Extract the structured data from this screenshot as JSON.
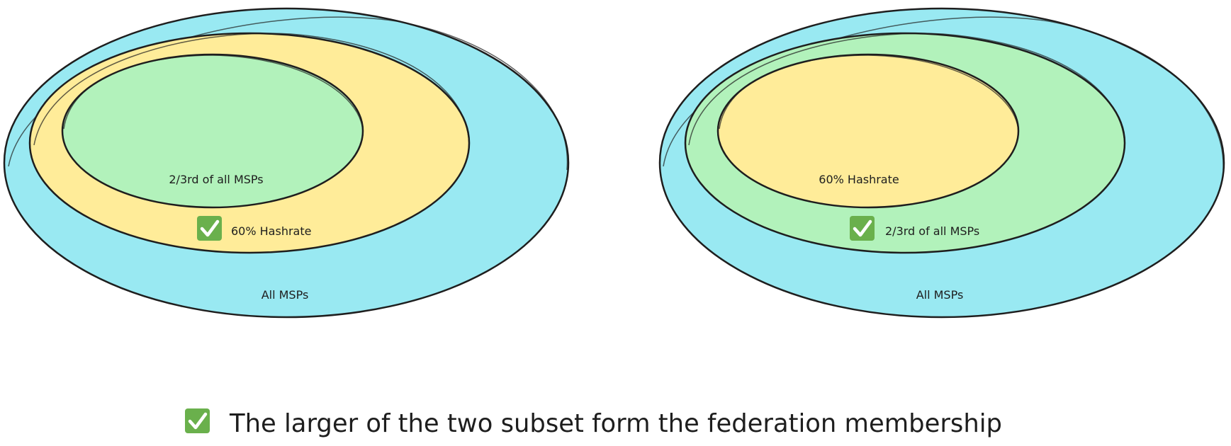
{
  "colors": {
    "outer": "#99e9f2",
    "yellow": "#ffec99",
    "green": "#b2f2bb",
    "stroke": "#1e1e1e",
    "check": "#6ab04c"
  },
  "left_diagram": {
    "outer_label": "All MSPs",
    "middle_label": "60% Hashrate",
    "inner_label": "2/3rd of all MSPs",
    "checked_label": "60% Hashrate"
  },
  "right_diagram": {
    "outer_label": "All MSPs",
    "middle_label": "2/3rd of all MSPs",
    "inner_label": "60% Hashrate",
    "checked_label": "2/3rd of all MSPs"
  },
  "caption": {
    "text": "The larger of the two subset form the federation membership",
    "icon": "check-box-icon"
  }
}
